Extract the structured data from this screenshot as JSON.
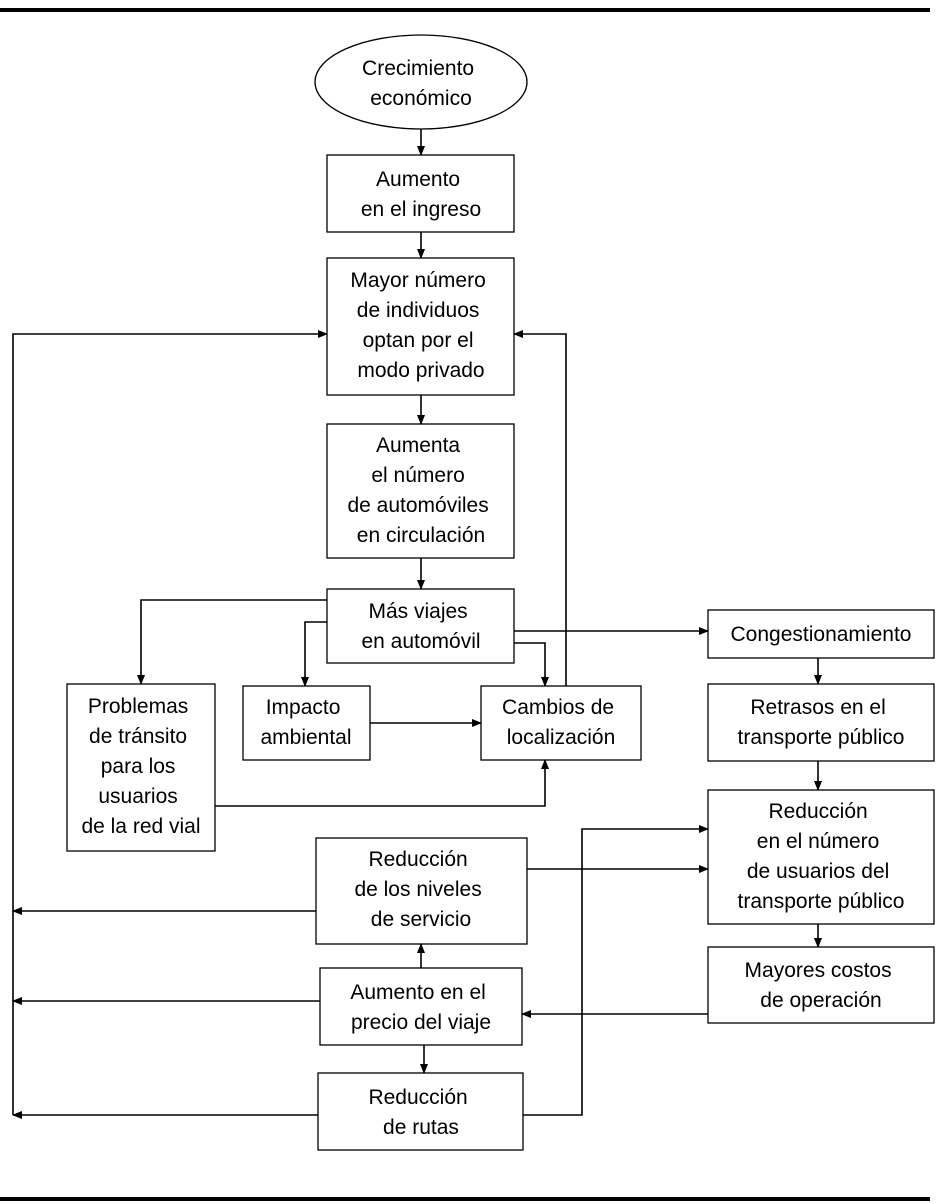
{
  "nodes": {
    "crecimiento": [
      "Crecimiento",
      "económico"
    ],
    "ingreso": [
      "Aumento",
      "en el ingreso"
    ],
    "privado": [
      "Mayor número",
      "de individuos",
      "optan por el",
      "modo privado"
    ],
    "automoviles": [
      "Aumenta",
      "el número",
      "de automóviles",
      "en circulación"
    ],
    "viajes": [
      "Más viajes",
      "en automóvil"
    ],
    "congestion": [
      "Congestionamiento"
    ],
    "problemas": [
      "Problemas",
      "de tránsito",
      "para los",
      "usuarios",
      "de la red vial"
    ],
    "impacto": [
      "Impacto",
      "ambiental"
    ],
    "localizacion": [
      "Cambios de",
      "localización"
    ],
    "retrasos": [
      "Retrasos en el",
      "transporte público"
    ],
    "usuarios": [
      "Reducción",
      "en el número",
      "de usuarios del",
      "transporte público"
    ],
    "niveles": [
      "Reducción",
      "de los niveles",
      "de servicio"
    ],
    "costos": [
      "Mayores costos",
      "de operación"
    ],
    "precio": [
      "Aumento en el",
      "precio del viaje"
    ],
    "rutas": [
      "Reducción",
      "de rutas"
    ]
  }
}
